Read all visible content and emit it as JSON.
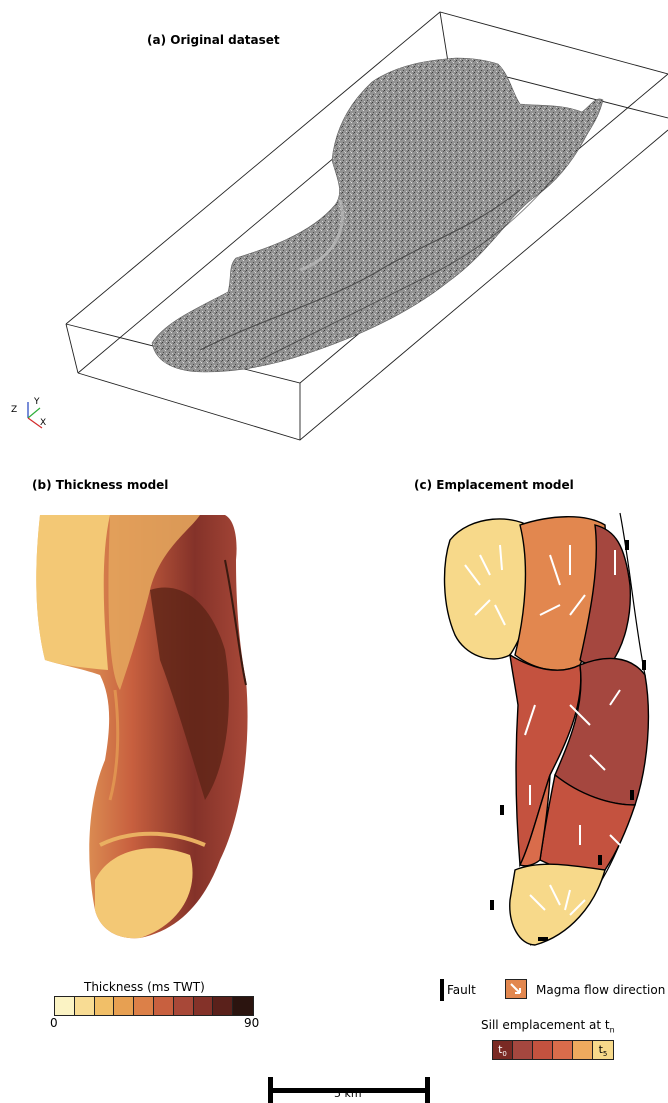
{
  "panel_a": {
    "title": "(a) Original dataset",
    "axes": {
      "z": "Z",
      "y": "Y",
      "x": "X"
    }
  },
  "panel_b": {
    "title": "(b) Thickness model",
    "colorbar": {
      "title": "Thickness (ms TWT)",
      "min_label": "0",
      "max_label": "90",
      "colors": [
        "#fbf3c4",
        "#f8dc94",
        "#f1bf68",
        "#e7a052",
        "#dc8048",
        "#c8603f",
        "#a84838",
        "#843229",
        "#5a211b",
        "#2b140f"
      ]
    }
  },
  "panel_c": {
    "title": "(c) Emplacement model",
    "legend": {
      "fault_label": "Fault",
      "flow_label": "Magma flow direction",
      "sill_title": "Sill emplacement at t",
      "sill_title_sub": "n",
      "t0_label": "t",
      "t0_sub": "0",
      "t5_label": "t",
      "t5_sub": "5",
      "stage_colors": [
        "#a5473f",
        "#c4523f",
        "#d96c4b",
        "#e2874f",
        "#eeaa5e",
        "#f7d98a"
      ]
    }
  },
  "scale_bar": {
    "label": "5 km"
  }
}
